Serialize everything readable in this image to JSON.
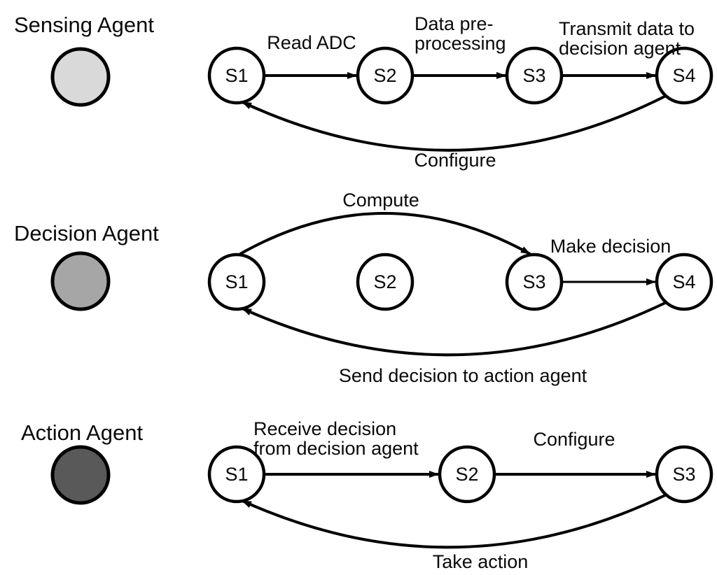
{
  "figure": {
    "background": "#ffffff",
    "line_color": "#000000",
    "node_fill": "#ffffff",
    "agents": [
      {
        "title": "Sensing Agent",
        "swatch_color": "#d9d9d9",
        "states": [
          "S1",
          "S2",
          "S3",
          "S4"
        ],
        "transitions": {
          "s1_s2": "Read ADC",
          "s2_s3_line1": "Data pre-",
          "s2_s3_line2": "processing",
          "s3_s4_line1": "Transmit data to",
          "s3_s4_line2": "decision agent",
          "s4_s1": "Configure"
        }
      },
      {
        "title": "Decision Agent",
        "swatch_color": "#a6a6a6",
        "states": [
          "S1",
          "S2",
          "S3",
          "S4"
        ],
        "transitions": {
          "s1_s3": "Compute",
          "s3_s4": "Make decision",
          "s4_s1": "Send decision to action agent"
        }
      },
      {
        "title": "Action Agent",
        "swatch_color": "#595959",
        "states": [
          "S1",
          "S2",
          "S3"
        ],
        "transitions": {
          "s1_s2_line1": "Receive decision",
          "s1_s2_line2": "from decision agent",
          "s2_s3": "Configure",
          "s3_s1": "Take action"
        }
      }
    ]
  }
}
